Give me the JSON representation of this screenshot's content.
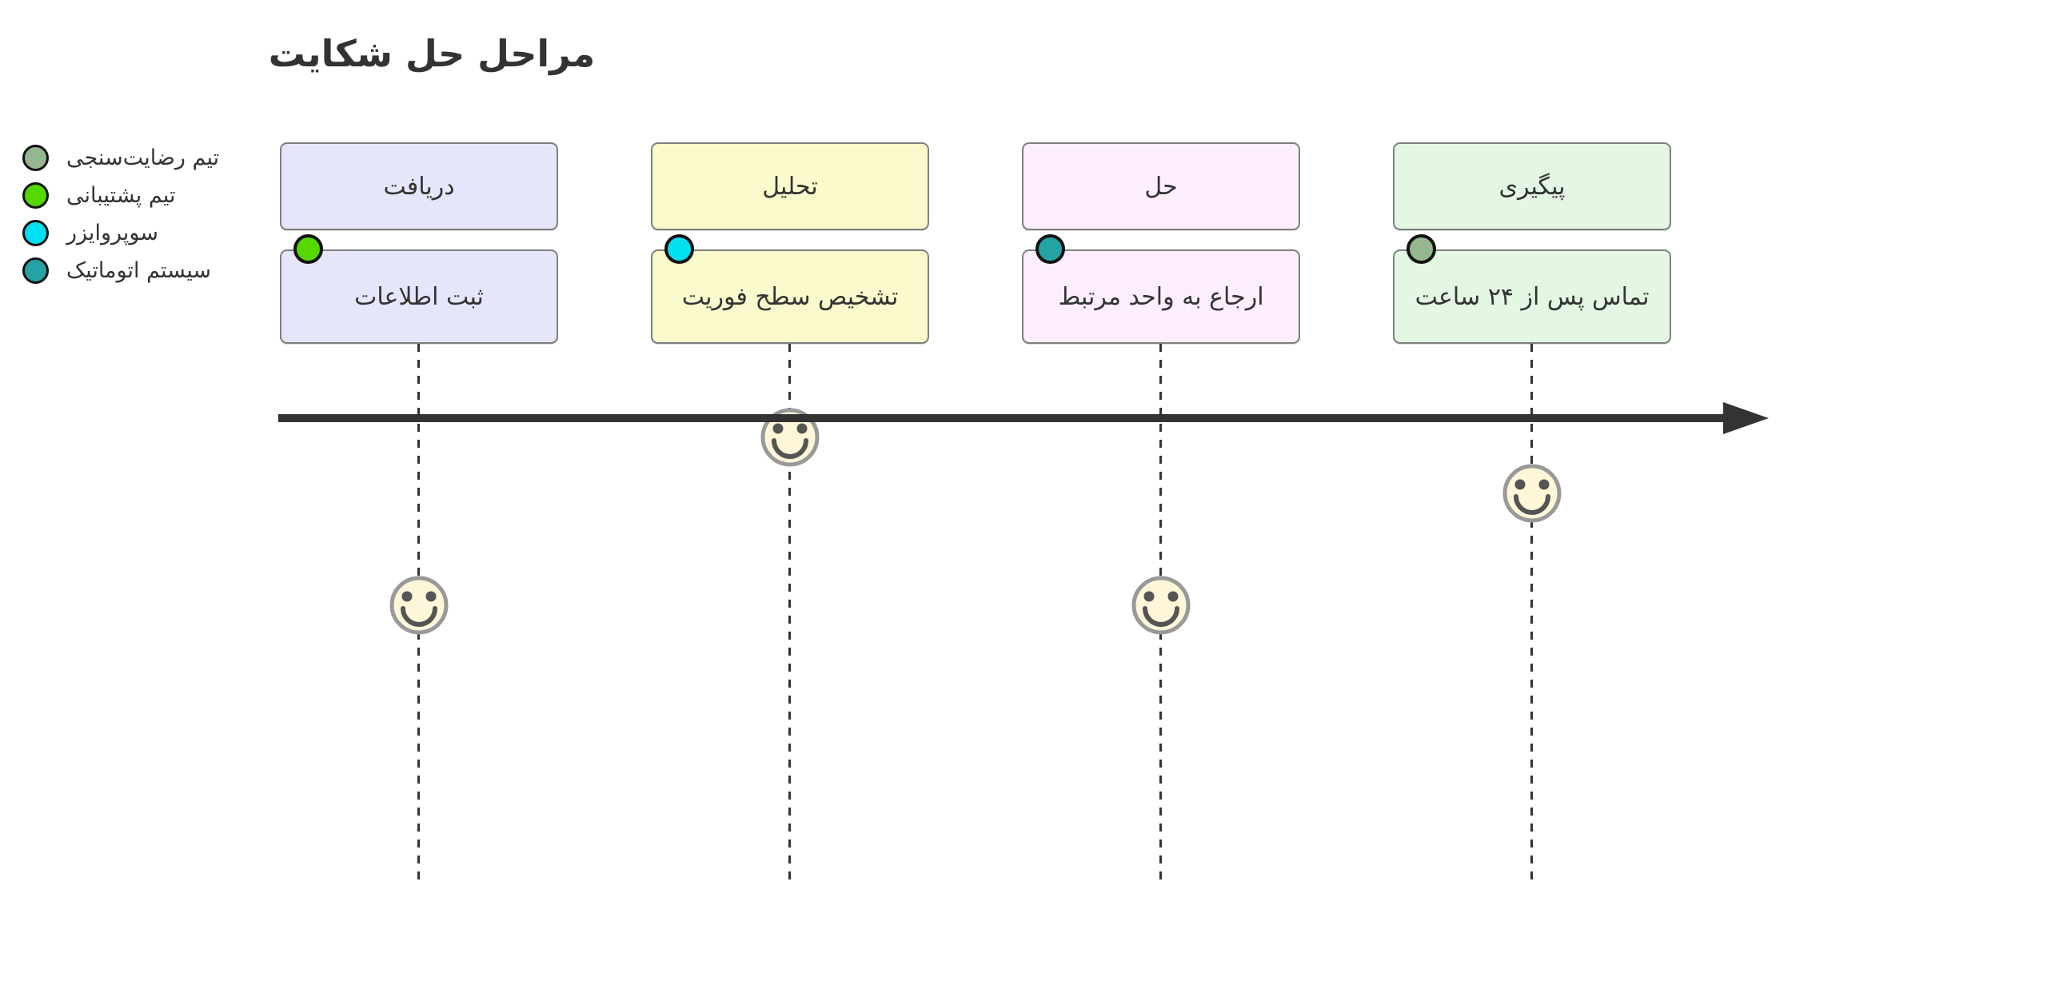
{
  "title": "مراحل حل شکایت",
  "colors": {
    "background": "#ffffff",
    "text": "#333333",
    "box_border": "#7f7f7f",
    "axis": "#333333",
    "smiley_fill": "#fdf6d8",
    "smiley_stroke": "#999999",
    "smiley_features": "#555555"
  },
  "legend": {
    "items": [
      {
        "label": "تیم رضایت‌سنجی",
        "color": "#8fbc8f",
        "dotted": true
      },
      {
        "label": "تیم پشتیبانی",
        "color": "#54d800"
      },
      {
        "label": "سوپروایزر",
        "color": "#00e0f0"
      },
      {
        "label": "سیستم اتوماتیک",
        "color": "#25a3a3"
      }
    ]
  },
  "steps": [
    {
      "section": "دریافت",
      "task": "ثبت اطلاعات",
      "actor": "تیم پشتیبانی",
      "actor_color": "#54d800",
      "fill": "#e6e6fa",
      "score": 2
    },
    {
      "section": "تحلیل",
      "task": "تشخیص سطح فوریت",
      "actor": "سوپروایزر",
      "actor_color": "#00e0f0",
      "fill": "#fbfacd",
      "score": 5
    },
    {
      "section": "حل",
      "task": "ارجاع به واحد مرتبط",
      "actor": "سیستم اتوماتیک",
      "actor_color": "#25a3a3",
      "fill": "#fdeefd",
      "score": 2
    },
    {
      "section": "پیگیری",
      "task": "تماس پس از ۲۴ ساعت",
      "actor": "تیم رضایت‌سنجی",
      "actor_color": "#8fbc8f",
      "dotted": true,
      "fill": "#e3f7e3",
      "score": 4
    }
  ]
}
